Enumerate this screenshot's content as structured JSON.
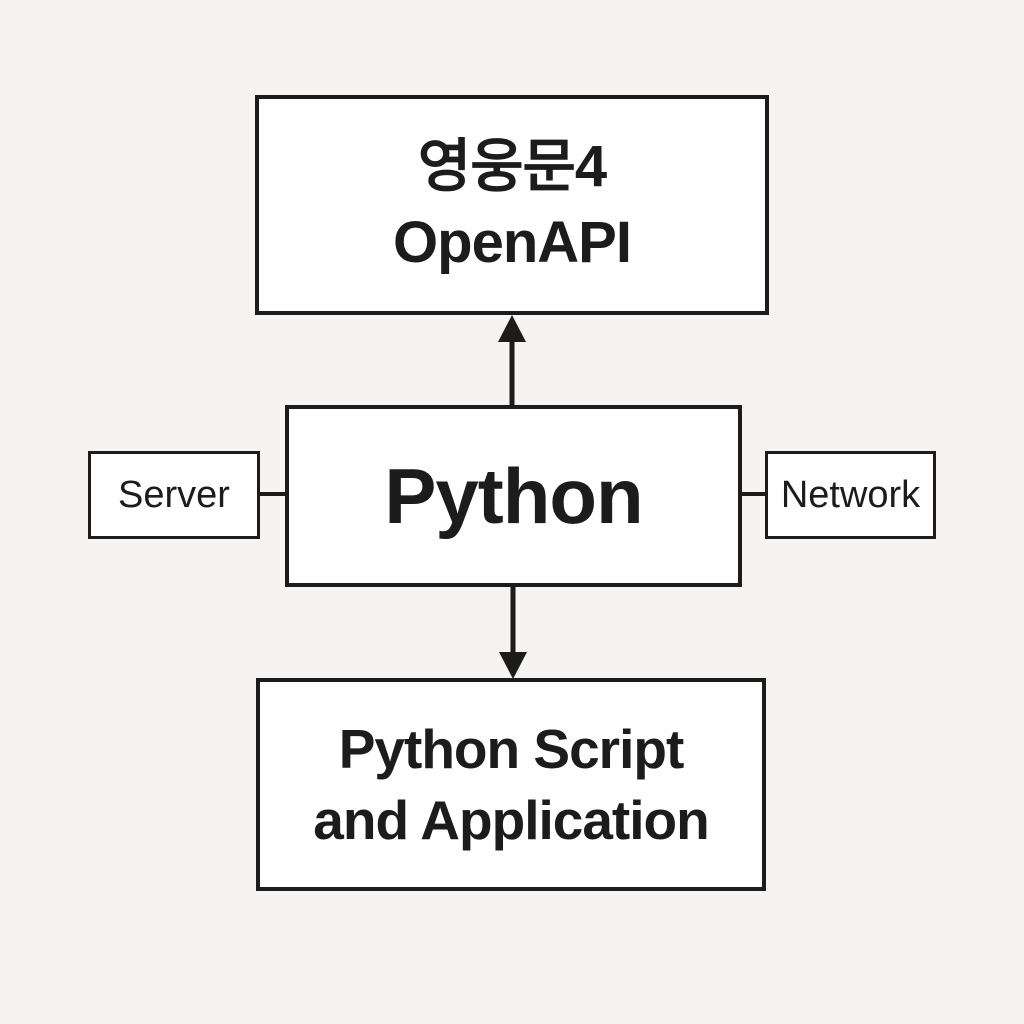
{
  "colors": {
    "background": "#f5f4f3",
    "box_fill": "#fefefe",
    "line": "#1c1c1c",
    "text": "#1c1c1c"
  },
  "nodes": {
    "openapi": {
      "line1": "영웅문4",
      "line2": "OpenAPI"
    },
    "python": {
      "label": "Python"
    },
    "server": {
      "label": "Server"
    },
    "network": {
      "label": "Network"
    },
    "script": {
      "line1": "Python Script",
      "line2": "and Application"
    }
  },
  "edges": [
    {
      "from": "python",
      "to": "openapi",
      "type": "arrow",
      "direction": "up"
    },
    {
      "from": "python",
      "to": "script",
      "type": "arrow",
      "direction": "down"
    },
    {
      "from": "server",
      "to": "python",
      "type": "plain-line"
    },
    {
      "from": "python",
      "to": "network",
      "type": "plain-line"
    }
  ]
}
